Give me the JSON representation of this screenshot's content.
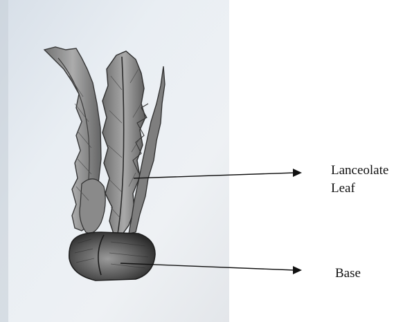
{
  "labels": {
    "leaf_line1": "Lanceolate",
    "leaf_line2": "Leaf",
    "base": "Base"
  },
  "colors": {
    "paper": "#e2e8ee",
    "pencil": "#3a3a3a",
    "arrow": "#111111"
  }
}
